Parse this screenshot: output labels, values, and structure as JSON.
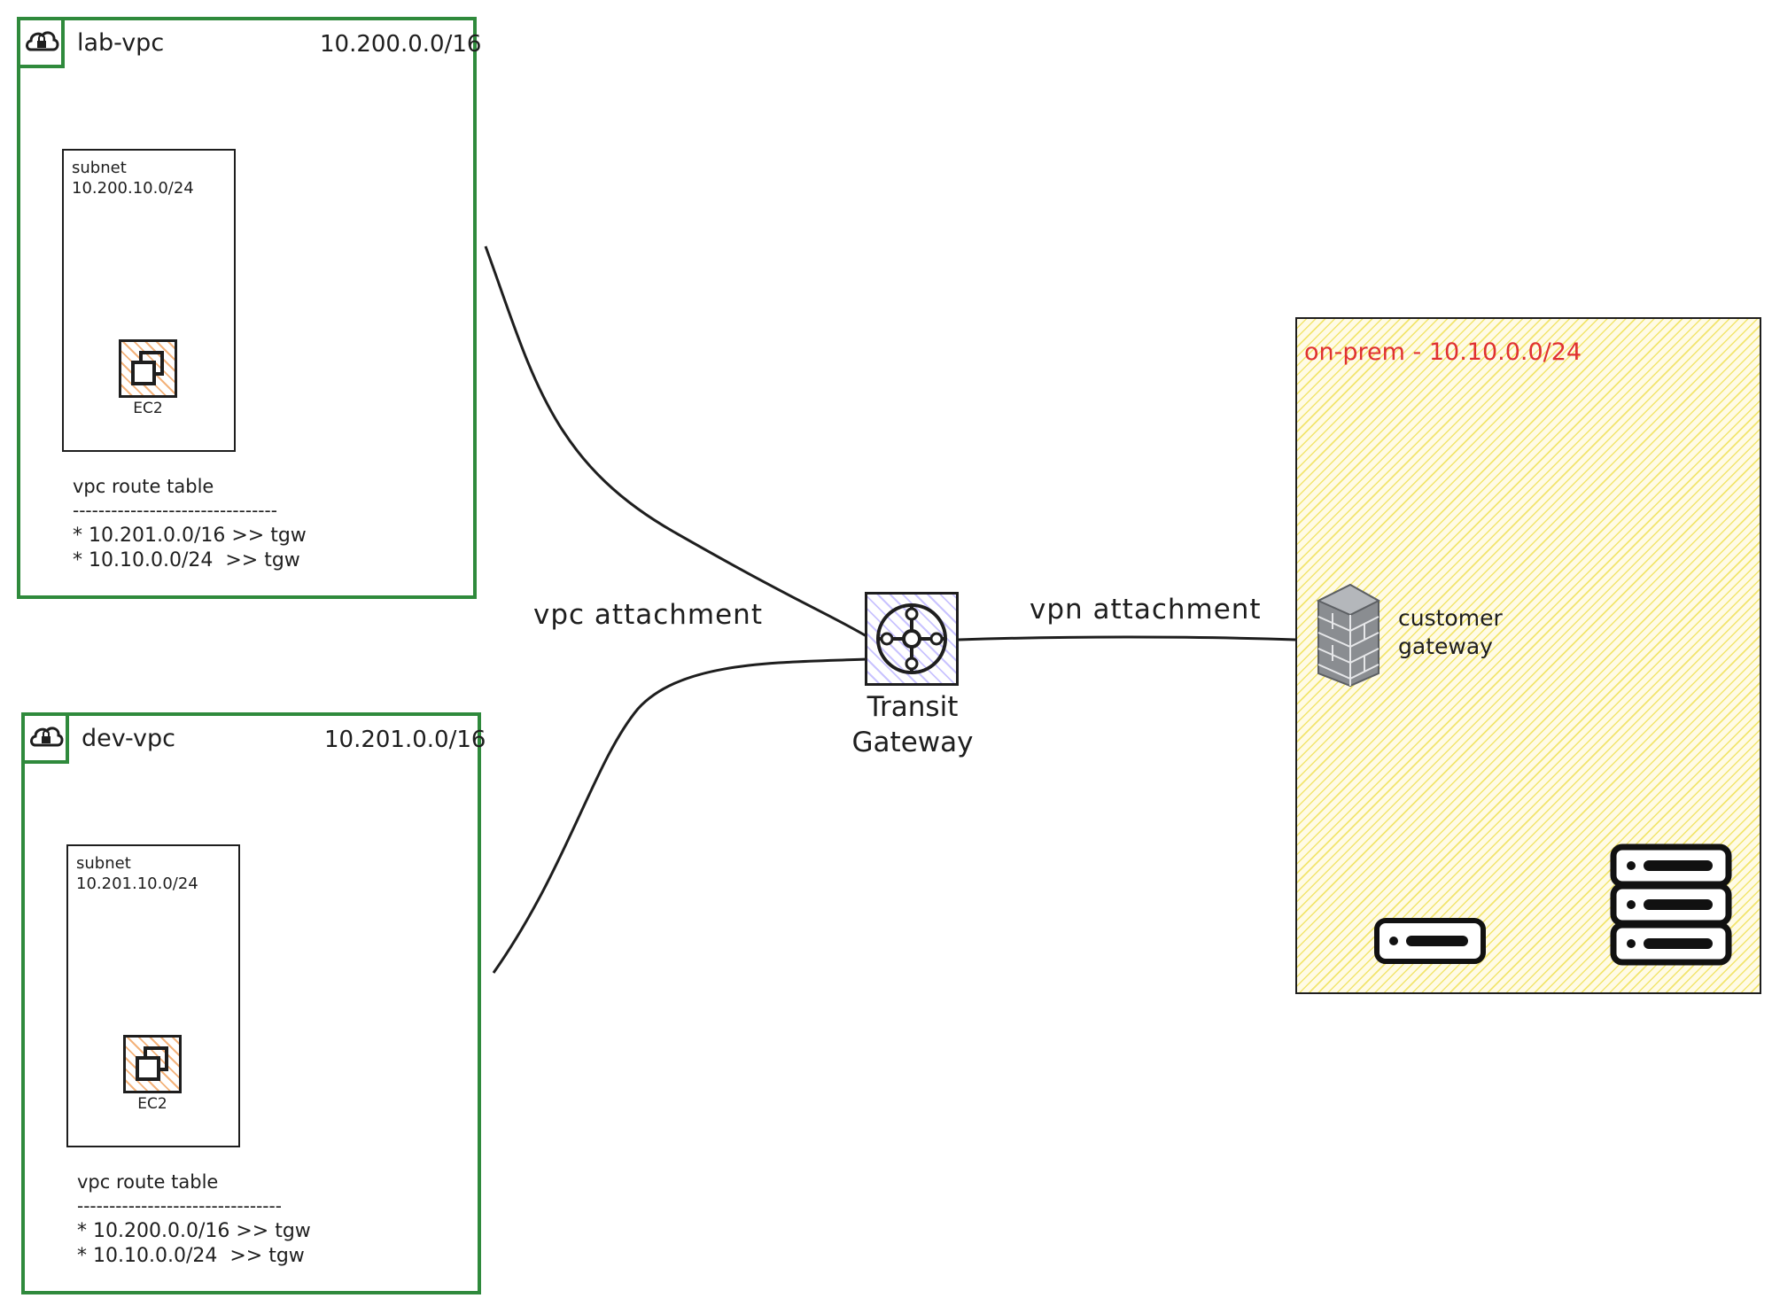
{
  "vpcs": [
    {
      "name": "lab-vpc",
      "cidr": "10.200.0.0/16",
      "icon": "vpc-cloud-lock-icon",
      "subnet": {
        "label": "subnet",
        "cidr": "10.200.10.0/24"
      },
      "instance": {
        "label": "EC2",
        "icon": "ec2-instance-icon"
      },
      "route_table": {
        "title": "vpc route table",
        "separator": "--------------------------------",
        "routes": [
          "* 10.201.0.0/16 >> tgw",
          "* 10.10.0.0/24  >> tgw"
        ]
      }
    },
    {
      "name": "dev-vpc",
      "cidr": "10.201.0.0/16",
      "icon": "vpc-cloud-lock-icon",
      "subnet": {
        "label": "subnet",
        "cidr": "10.201.10.0/24"
      },
      "instance": {
        "label": "EC2",
        "icon": "ec2-instance-icon"
      },
      "route_table": {
        "title": "vpc route table",
        "separator": "--------------------------------",
        "routes": [
          "* 10.200.0.0/16 >> tgw",
          "* 10.10.0.0/24  >> tgw"
        ]
      }
    }
  ],
  "transit_gateway": {
    "label_line1": "Transit",
    "label_line2": "Gateway",
    "icon": "transit-gateway-icon"
  },
  "connections": {
    "vpc_attachment": "vpc attachment",
    "vpn_attachment": "vpn attachment"
  },
  "onprem": {
    "title": "on-prem - 10.10.0.0/24",
    "title_color": "#e03131",
    "customer_gateway": {
      "label_line1": "customer",
      "label_line2": "gateway",
      "icon": "firewall-icon"
    },
    "icons": [
      "single-server-icon",
      "server-rack-icon"
    ]
  },
  "colors": {
    "vpc_border": "#2f8a3c",
    "stroke": "#1e1e1e",
    "onprem_fill": "#f2e56e",
    "tgw_fill": "#c9c3ff",
    "ec2_fill": "#f3b27a"
  }
}
